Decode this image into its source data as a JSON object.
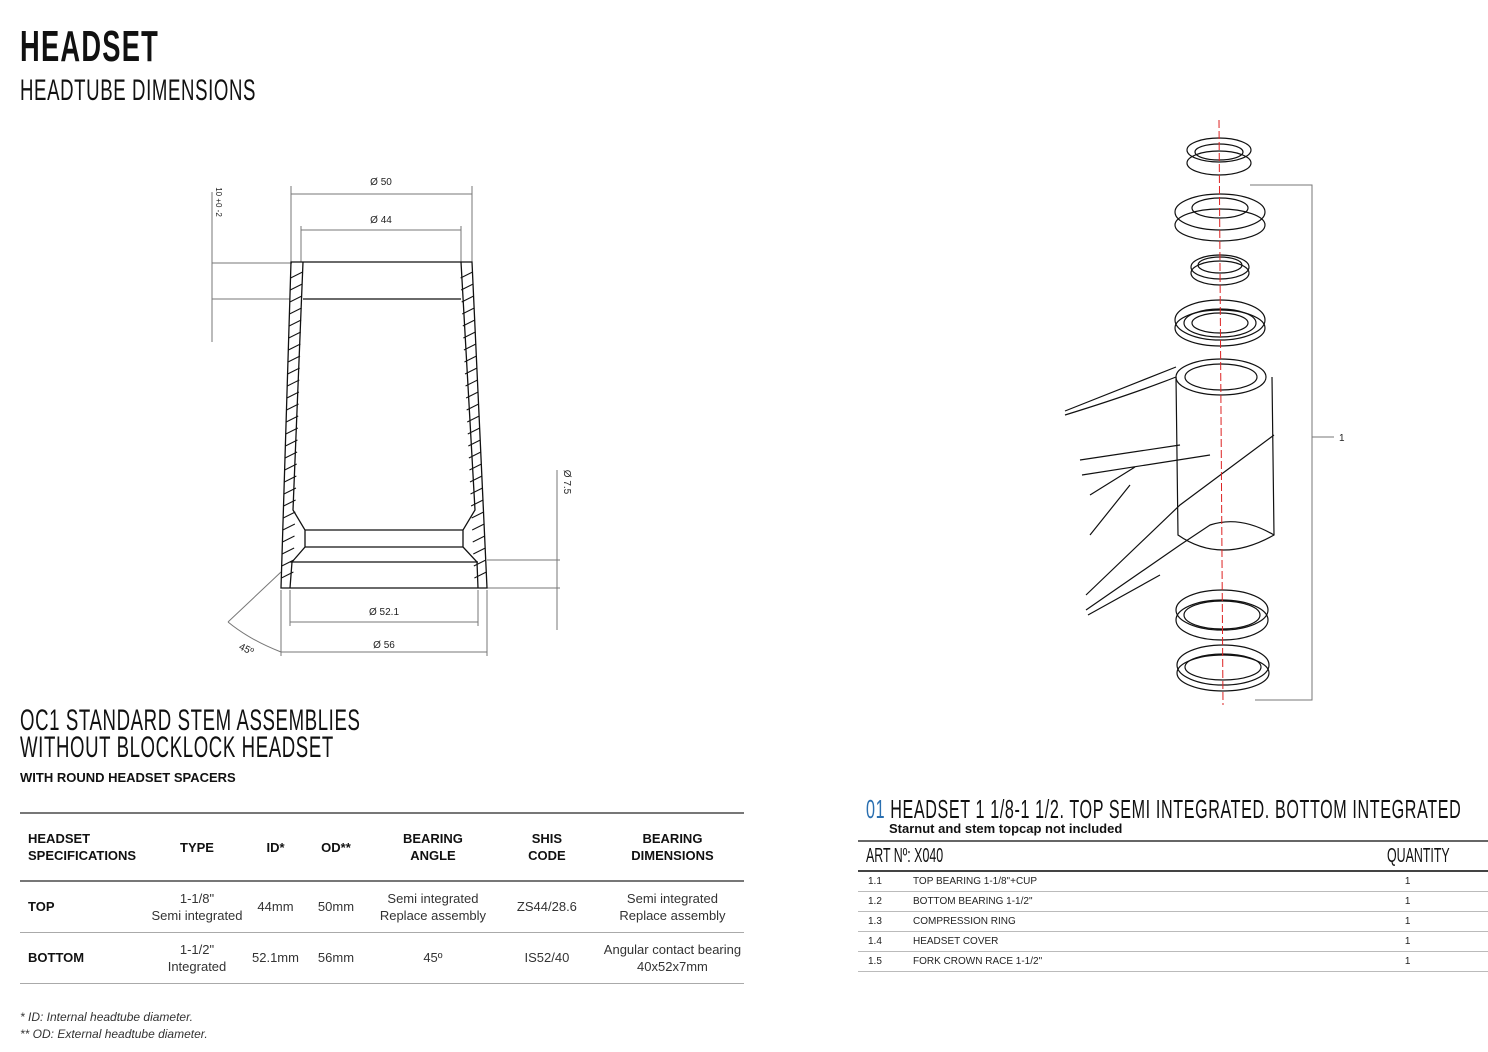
{
  "title": "HEADSET",
  "subtitle": "HEADTUBE DIMENSIONS",
  "drawing": {
    "d50": "Ø 50",
    "d44": "Ø 44",
    "d521": "Ø 52.1",
    "d56": "Ø 56",
    "d75": "Ø 7.5",
    "h10": "10 +0 -2",
    "angle": "45º"
  },
  "section": {
    "line1": "OC1 STANDARD STEM ASSEMBLIES",
    "line2": "WITHOUT BLOCKLOCK HEADSET",
    "caption": "WITH ROUND HEADSET SPACERS"
  },
  "spec": {
    "headers": [
      "HEADSET SPECIFICATIONS",
      "TYPE",
      "ID*",
      "OD**",
      "BEARING ANGLE",
      "SHIS CODE",
      "BEARING DIMENSIONS"
    ],
    "rows": [
      {
        "name": "TOP",
        "type1": "1-1/8\"",
        "type2": "Semi integrated",
        "id": "44mm",
        "od": "50mm",
        "angle1": "Semi integrated",
        "angle2": "Replace assembly",
        "shis": "ZS44/28.6",
        "dim1": "Semi integrated",
        "dim2": "Replace assembly"
      },
      {
        "name": "BOTTOM",
        "type1": "1-1/2\"",
        "type2": "Integrated",
        "id": "52.1mm",
        "od": "56mm",
        "angle1": "45º",
        "angle2": "",
        "shis": "IS52/40",
        "dim1": "Angular contact bearing",
        "dim2": "40x52x7mm"
      }
    ]
  },
  "notes": [
    "* ID: Internal headtube diameter.",
    "** OD: External headtube diameter."
  ],
  "parts": {
    "number": "01",
    "title": "HEADSET 1 1/8-1 1/2. TOP SEMI INTEGRATED. BOTTOM INTEGRATED",
    "subtitle": "Starnut and stem topcap not included",
    "art": "ART Nº: X040",
    "qty_header": "QUANTITY",
    "callout": "1",
    "items": [
      {
        "code": "1.1",
        "name": "TOP BEARING 1-1/8\"+CUP",
        "qty": "1"
      },
      {
        "code": "1.2",
        "name": "BOTTOM BEARING 1-1/2\"",
        "qty": "1"
      },
      {
        "code": "1.3",
        "name": "COMPRESSION RING",
        "qty": "1"
      },
      {
        "code": "1.4",
        "name": "HEADSET COVER",
        "qty": "1"
      },
      {
        "code": "1.5",
        "name": "FORK CROWN RACE 1-1/2\"",
        "qty": "1"
      }
    ]
  }
}
